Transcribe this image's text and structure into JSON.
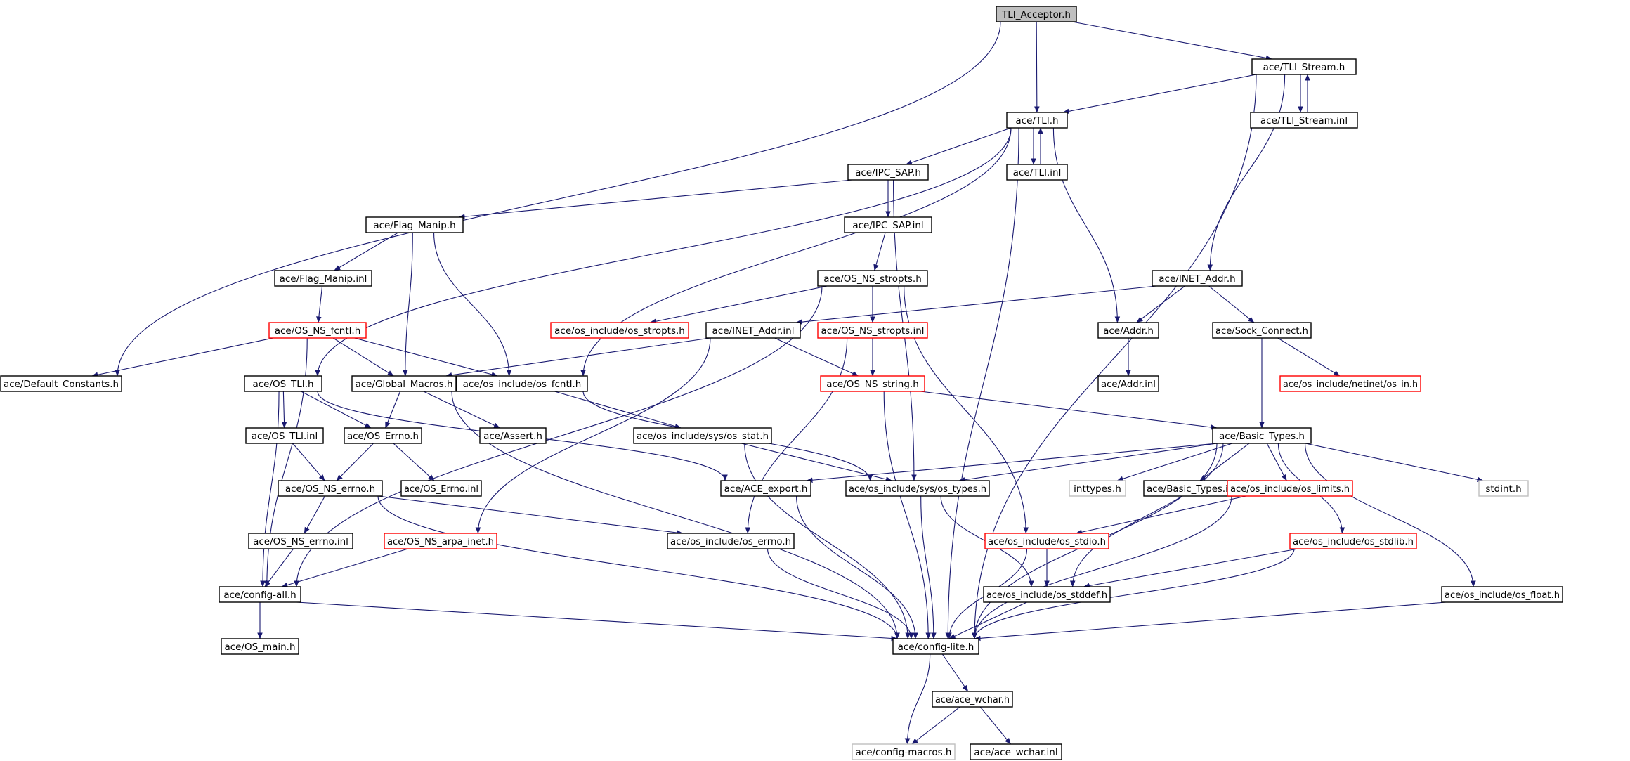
{
  "colors": {
    "edge": "#191970",
    "arrow": "#191970",
    "border_normal": "#000000",
    "border_missing": "#ff0000",
    "border_external": "#bfbfbf",
    "root_fill": "#bfbfbf",
    "node_fill": "#ffffff",
    "text": "#000000"
  },
  "graph": {
    "nodes": [
      {
        "id": "root",
        "label": "TLI_Acceptor.h",
        "kind": "root"
      },
      {
        "id": "tli_stream_h",
        "label": "ace/TLI_Stream.h",
        "kind": "normal"
      },
      {
        "id": "tli_h",
        "label": "ace/TLI.h",
        "kind": "normal"
      },
      {
        "id": "tli_stream_inl",
        "label": "ace/TLI_Stream.inl",
        "kind": "normal"
      },
      {
        "id": "ipc_sap_h",
        "label": "ace/IPC_SAP.h",
        "kind": "normal"
      },
      {
        "id": "tli_inl",
        "label": "ace/TLI.inl",
        "kind": "normal"
      },
      {
        "id": "flag_manip_h",
        "label": "ace/Flag_Manip.h",
        "kind": "normal"
      },
      {
        "id": "ipc_sap_inl",
        "label": "ace/IPC_SAP.inl",
        "kind": "normal"
      },
      {
        "id": "flag_manip_inl",
        "label": "ace/Flag_Manip.inl",
        "kind": "normal"
      },
      {
        "id": "os_ns_stropts_h",
        "label": "ace/OS_NS_stropts.h",
        "kind": "normal"
      },
      {
        "id": "inet_addr_h",
        "label": "ace/INET_Addr.h",
        "kind": "normal"
      },
      {
        "id": "os_ns_fcntl_h",
        "label": "ace/OS_NS_fcntl.h",
        "kind": "missing"
      },
      {
        "id": "os_stropts_h",
        "label": "ace/os_include/os_stropts.h",
        "kind": "missing"
      },
      {
        "id": "inet_addr_inl",
        "label": "ace/INET_Addr.inl",
        "kind": "normal"
      },
      {
        "id": "os_ns_stropts_inl",
        "label": "ace/OS_NS_stropts.inl",
        "kind": "missing"
      },
      {
        "id": "addr_h",
        "label": "ace/Addr.h",
        "kind": "normal"
      },
      {
        "id": "sock_connect_h",
        "label": "ace/Sock_Connect.h",
        "kind": "normal"
      },
      {
        "id": "default_constants_h",
        "label": "ace/Default_Constants.h",
        "kind": "normal"
      },
      {
        "id": "os_tli_h",
        "label": "ace/OS_TLI.h",
        "kind": "normal"
      },
      {
        "id": "global_macros_h",
        "label": "ace/Global_Macros.h",
        "kind": "normal"
      },
      {
        "id": "os_fcntl_h",
        "label": "ace/os_include/os_fcntl.h",
        "kind": "normal"
      },
      {
        "id": "os_ns_string_h",
        "label": "ace/OS_NS_string.h",
        "kind": "missing"
      },
      {
        "id": "addr_inl",
        "label": "ace/Addr.inl",
        "kind": "normal"
      },
      {
        "id": "os_in_h",
        "label": "ace/os_include/netinet/os_in.h",
        "kind": "missing"
      },
      {
        "id": "os_tli_inl",
        "label": "ace/OS_TLI.inl",
        "kind": "normal"
      },
      {
        "id": "os_errno_h",
        "label": "ace/OS_Errno.h",
        "kind": "normal"
      },
      {
        "id": "assert_h",
        "label": "ace/Assert.h",
        "kind": "normal"
      },
      {
        "id": "os_stat_h",
        "label": "ace/os_include/sys/os_stat.h",
        "kind": "normal"
      },
      {
        "id": "basic_types_h",
        "label": "ace/Basic_Types.h",
        "kind": "normal"
      },
      {
        "id": "os_ns_errno_h",
        "label": "ace/OS_NS_errno.h",
        "kind": "normal"
      },
      {
        "id": "os_errno_inl",
        "label": "ace/OS_Errno.inl",
        "kind": "normal"
      },
      {
        "id": "ace_export_h",
        "label": "ace/ACE_export.h",
        "kind": "normal"
      },
      {
        "id": "os_types_h",
        "label": "ace/os_include/sys/os_types.h",
        "kind": "normal"
      },
      {
        "id": "inttypes_h",
        "label": "inttypes.h",
        "kind": "external"
      },
      {
        "id": "basic_types_inl",
        "label": "ace/Basic_Types.inl",
        "kind": "normal"
      },
      {
        "id": "os_limits_h",
        "label": "ace/os_include/os_limits.h",
        "kind": "missing"
      },
      {
        "id": "stdint_h",
        "label": "stdint.h",
        "kind": "external"
      },
      {
        "id": "os_ns_errno_inl",
        "label": "ace/OS_NS_errno.inl",
        "kind": "normal"
      },
      {
        "id": "os_ns_arpa_inet_h",
        "label": "ace/OS_NS_arpa_inet.h",
        "kind": "missing"
      },
      {
        "id": "os_errno_inc_h",
        "label": "ace/os_include/os_errno.h",
        "kind": "normal"
      },
      {
        "id": "os_stdio_h",
        "label": "ace/os_include/os_stdio.h",
        "kind": "missing"
      },
      {
        "id": "os_stdlib_h",
        "label": "ace/os_include/os_stdlib.h",
        "kind": "missing"
      },
      {
        "id": "config_all_h",
        "label": "ace/config-all.h",
        "kind": "normal"
      },
      {
        "id": "os_stddef_h",
        "label": "ace/os_include/os_stddef.h",
        "kind": "normal"
      },
      {
        "id": "os_float_h",
        "label": "ace/os_include/os_float.h",
        "kind": "normal"
      },
      {
        "id": "os_main_h",
        "label": "ace/OS_main.h",
        "kind": "normal"
      },
      {
        "id": "config_lite_h",
        "label": "ace/config-lite.h",
        "kind": "normal"
      },
      {
        "id": "ace_wchar_h",
        "label": "ace/ace_wchar.h",
        "kind": "normal"
      },
      {
        "id": "config_macros_h",
        "label": "ace/config-macros.h",
        "kind": "external"
      },
      {
        "id": "ace_wchar_inl",
        "label": "ace/ace_wchar.inl",
        "kind": "normal"
      }
    ],
    "edges": [
      [
        "root",
        "tli_h"
      ],
      [
        "root",
        "tli_stream_h"
      ],
      [
        "root",
        "default_constants_h"
      ],
      [
        "tli_stream_h",
        "tli_h"
      ],
      [
        "tli_stream_h",
        "tli_stream_inl"
      ],
      [
        "tli_stream_inl",
        "tli_stream_h"
      ],
      [
        "tli_stream_h",
        "inet_addr_h"
      ],
      [
        "tli_stream_h",
        "config_lite_h"
      ],
      [
        "tli_h",
        "ipc_sap_h"
      ],
      [
        "tli_h",
        "tli_inl"
      ],
      [
        "tli_inl",
        "tli_h"
      ],
      [
        "tli_h",
        "addr_h"
      ],
      [
        "tli_h",
        "os_tli_h"
      ],
      [
        "tli_h",
        "os_fcntl_h"
      ],
      [
        "tli_h",
        "config_lite_h"
      ],
      [
        "ipc_sap_h",
        "flag_manip_h"
      ],
      [
        "ipc_sap_h",
        "ipc_sap_inl"
      ],
      [
        "ipc_sap_h",
        "os_types_h"
      ],
      [
        "flag_manip_h",
        "flag_manip_inl"
      ],
      [
        "flag_manip_h",
        "global_macros_h"
      ],
      [
        "flag_manip_h",
        "os_fcntl_h"
      ],
      [
        "ipc_sap_inl",
        "os_ns_stropts_h"
      ],
      [
        "flag_manip_inl",
        "os_ns_fcntl_h"
      ],
      [
        "os_ns_stropts_h",
        "os_stropts_h"
      ],
      [
        "os_ns_stropts_h",
        "os_ns_stropts_inl"
      ],
      [
        "os_ns_stropts_h",
        "config_all_h"
      ],
      [
        "os_ns_stropts_h",
        "os_stdio_h"
      ],
      [
        "inet_addr_h",
        "addr_h"
      ],
      [
        "inet_addr_h",
        "sock_connect_h"
      ],
      [
        "inet_addr_h",
        "inet_addr_inl"
      ],
      [
        "os_ns_fcntl_h",
        "default_constants_h"
      ],
      [
        "os_ns_fcntl_h",
        "global_macros_h"
      ],
      [
        "os_ns_fcntl_h",
        "os_fcntl_h"
      ],
      [
        "os_ns_fcntl_h",
        "config_all_h"
      ],
      [
        "inet_addr_inl",
        "global_macros_h"
      ],
      [
        "inet_addr_inl",
        "os_ns_string_h"
      ],
      [
        "inet_addr_inl",
        "os_ns_arpa_inet_h"
      ],
      [
        "os_ns_stropts_inl",
        "os_ns_string_h"
      ],
      [
        "os_ns_stropts_inl",
        "os_errno_inc_h"
      ],
      [
        "addr_h",
        "addr_inl"
      ],
      [
        "sock_connect_h",
        "basic_types_h"
      ],
      [
        "sock_connect_h",
        "os_in_h"
      ],
      [
        "os_tli_h",
        "os_tli_inl"
      ],
      [
        "os_tli_h",
        "os_errno_h"
      ],
      [
        "os_tli_h",
        "ace_export_h"
      ],
      [
        "os_tli_h",
        "config_all_h"
      ],
      [
        "global_macros_h",
        "os_errno_h"
      ],
      [
        "global_macros_h",
        "assert_h"
      ],
      [
        "global_macros_h",
        "config_lite_h"
      ],
      [
        "os_fcntl_h",
        "os_stat_h"
      ],
      [
        "os_fcntl_h",
        "os_types_h"
      ],
      [
        "os_ns_string_h",
        "basic_types_h"
      ],
      [
        "os_ns_string_h",
        "config_lite_h"
      ],
      [
        "os_tli_inl",
        "os_ns_errno_h"
      ],
      [
        "os_errno_h",
        "os_ns_errno_h"
      ],
      [
        "os_errno_h",
        "os_errno_inl"
      ],
      [
        "os_stat_h",
        "os_types_h"
      ],
      [
        "os_stat_h",
        "config_lite_h"
      ],
      [
        "basic_types_h",
        "ace_export_h"
      ],
      [
        "basic_types_h",
        "os_types_h"
      ],
      [
        "basic_types_h",
        "inttypes_h"
      ],
      [
        "basic_types_h",
        "basic_types_inl"
      ],
      [
        "basic_types_h",
        "os_limits_h"
      ],
      [
        "basic_types_h",
        "stdint_h"
      ],
      [
        "basic_types_h",
        "os_stdlib_h"
      ],
      [
        "basic_types_h",
        "os_stddef_h"
      ],
      [
        "basic_types_h",
        "os_float_h"
      ],
      [
        "basic_types_h",
        "config_lite_h"
      ],
      [
        "os_ns_errno_h",
        "os_ns_errno_inl"
      ],
      [
        "os_ns_errno_h",
        "os_errno_inc_h"
      ],
      [
        "os_ns_errno_h",
        "config_lite_h"
      ],
      [
        "ace_export_h",
        "config_lite_h"
      ],
      [
        "os_types_h",
        "config_lite_h"
      ],
      [
        "os_types_h",
        "os_stddef_h"
      ],
      [
        "os_limits_h",
        "os_stdio_h"
      ],
      [
        "os_limits_h",
        "config_lite_h"
      ],
      [
        "os_ns_errno_inl",
        "config_all_h"
      ],
      [
        "os_ns_arpa_inet_h",
        "config_all_h"
      ],
      [
        "os_errno_inc_h",
        "config_lite_h"
      ],
      [
        "os_stdio_h",
        "os_stddef_h"
      ],
      [
        "os_stdio_h",
        "config_lite_h"
      ],
      [
        "os_stdlib_h",
        "os_stddef_h"
      ],
      [
        "os_stdlib_h",
        "config_lite_h"
      ],
      [
        "config_all_h",
        "os_main_h"
      ],
      [
        "config_all_h",
        "config_lite_h"
      ],
      [
        "os_stddef_h",
        "config_lite_h"
      ],
      [
        "os_float_h",
        "config_lite_h"
      ],
      [
        "config_lite_h",
        "ace_wchar_h"
      ],
      [
        "config_lite_h",
        "config_macros_h"
      ],
      [
        "ace_wchar_h",
        "config_macros_h"
      ],
      [
        "ace_wchar_h",
        "ace_wchar_inl"
      ]
    ]
  }
}
